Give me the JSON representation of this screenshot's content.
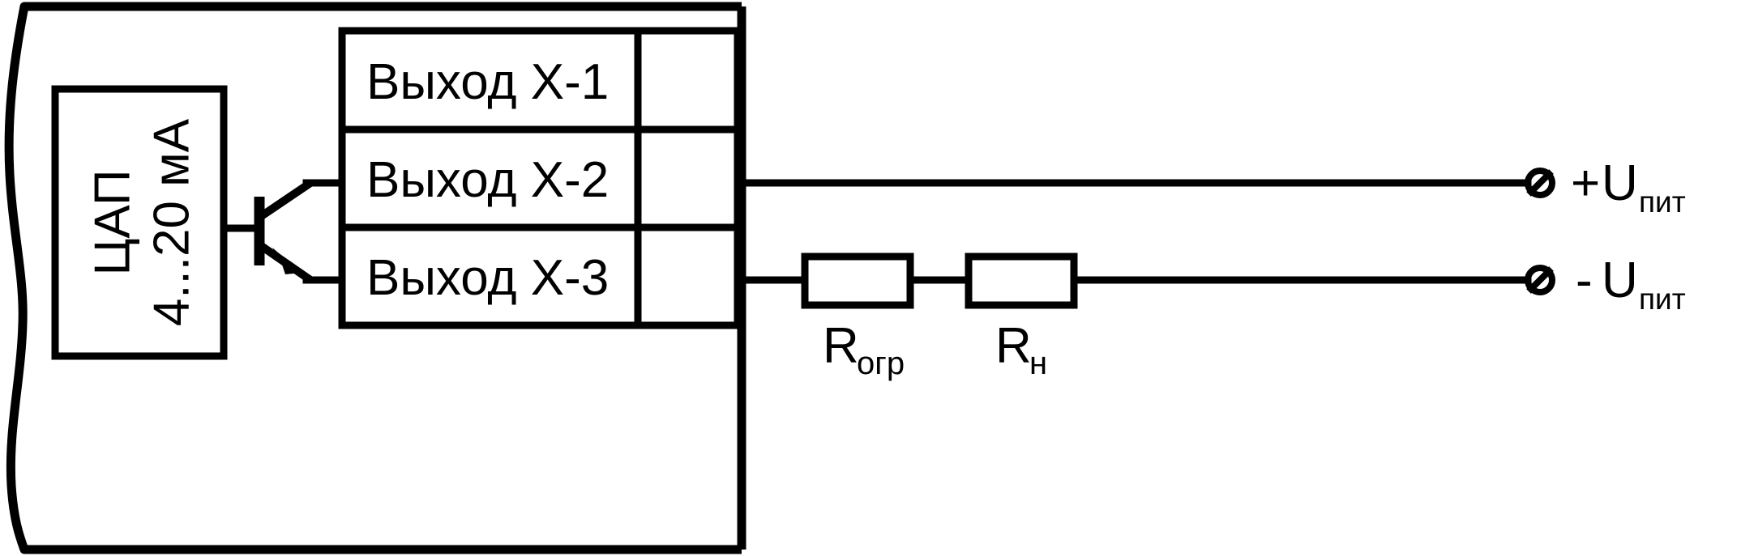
{
  "diagram": {
    "title": "Schema podklyucheniya vykhoda",
    "stroke_color": "#000000",
    "background_color": "#ffffff",
    "device": {
      "name": "device-enclosure",
      "edge_style": "torn-wavy-left-edge"
    },
    "dac": {
      "label_line1": "ЦАП",
      "label_line2": "4...20 мА",
      "rotation": "-90"
    },
    "transistor": {
      "name": "npn-transistor",
      "type": "NPN"
    },
    "terminal_table": {
      "rows": [
        {
          "label": "Выход Х-1",
          "connected": false
        },
        {
          "label": "Выход Х-2",
          "connected": true
        },
        {
          "label": "Выход Х-3",
          "connected": true
        }
      ]
    },
    "external_circuit": {
      "resistors": [
        {
          "symbol": "R",
          "subscript": "огр"
        },
        {
          "symbol": "R",
          "subscript": "н"
        }
      ],
      "terminals": [
        {
          "sign": "+",
          "symbol": "U",
          "subscript": "пит",
          "glyph": "ø"
        },
        {
          "sign": "-",
          "symbol": "U",
          "subscript": "пит",
          "glyph": "ø"
        }
      ]
    }
  }
}
